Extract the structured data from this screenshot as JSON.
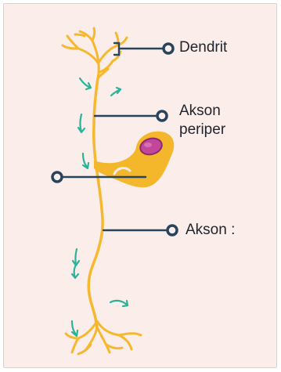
{
  "labels": {
    "dendrite": "Dendrit",
    "peripheral_axon_line1": "Akson",
    "peripheral_axon_line2": "periper",
    "central_axon": "Akson :"
  },
  "colors": {
    "background": "#fbeeea",
    "neuron": "#f5b82e",
    "cell_body": "#f4b62a",
    "nucleus": "#c2479b",
    "pointer": "#27445c",
    "arrow": "#2bb39a"
  },
  "icons": [
    "direction-arrow-icon",
    "pointer-dot-icon"
  ]
}
